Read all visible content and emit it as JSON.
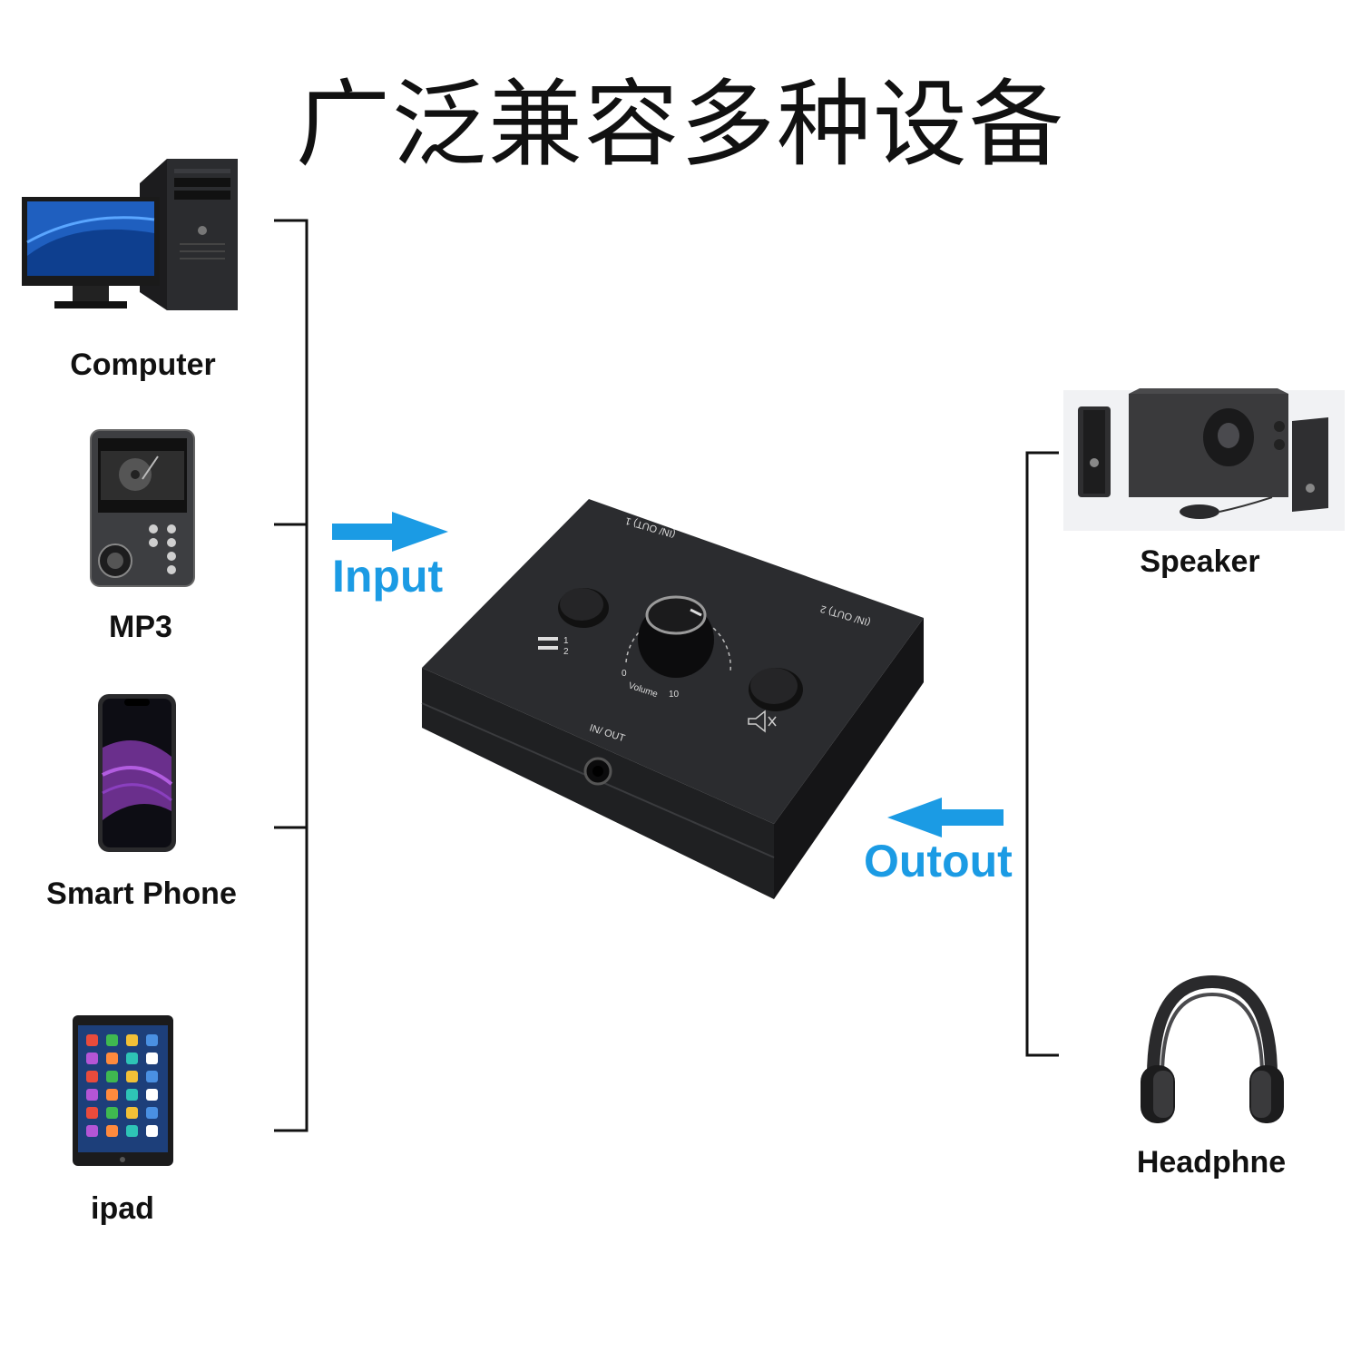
{
  "title": "广泛兼容多种设备",
  "sources": [
    {
      "label": "Computer",
      "icon": "computer-icon"
    },
    {
      "label": "MP3",
      "icon": "mp3-player-icon"
    },
    {
      "label": "Smart Phone",
      "icon": "smartphone-icon"
    },
    {
      "label": "ipad",
      "icon": "tablet-icon"
    }
  ],
  "outputs": [
    {
      "label": "Speaker",
      "icon": "speaker-icon"
    },
    {
      "label": "Headphne",
      "icon": "headphone-icon"
    }
  ],
  "input_label": "Input",
  "output_label": "Outout",
  "device": {
    "port_1_label": "(IN/ OUT) 1",
    "port_2_label": "(IN/ OUT) 2",
    "front_port_label": "IN/ OUT",
    "volume_label": "Volume",
    "volume_min": "0",
    "volume_max": "10",
    "switch_1": "1",
    "switch_2": "2"
  },
  "colors": {
    "accent": "#1b9be4",
    "device_body": "#2a2b2d",
    "text": "#111111"
  }
}
